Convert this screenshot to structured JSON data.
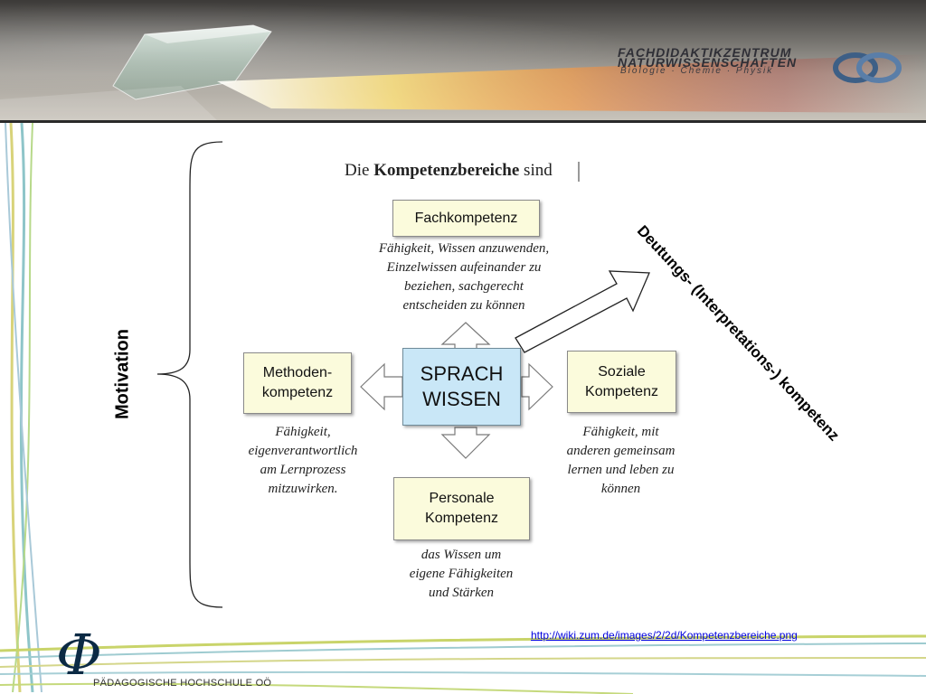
{
  "header": {
    "title_line1": "FACHDIDAKTIKZENTRUM",
    "title_line2": "NATURWISSENSCHAFTEN",
    "subjects": "Biologie  ·  Chemie  ·  Physik"
  },
  "diagram": {
    "title_prefix": "Die ",
    "title_bold": "Kompetenzbereiche",
    "title_suffix": " sind",
    "center_box": "SPRACH\nWISSEN",
    "boxes": {
      "fach": "Fachkompetenz",
      "methoden": "Methoden-\nkompetenz",
      "soziale": "Soziale\nKompetenz",
      "personale": "Personale\nKompetenz"
    },
    "descriptions": {
      "fach": "Fähigkeit, Wissen anzuwenden,\nEinzelwissen aufeinander zu\nbeziehen, sachgerecht\nentscheiden zu können",
      "methoden": "Fähigkeit,\neigenverantwortlich\nam Lernprozess\nmitzuwirken.",
      "soziale": "Fähigkeit, mit\nanderen gemeinsam\nlernen und leben zu\nkönnen",
      "personale": "das Wissen um\neigene Fähigkeiten\nund Stärken"
    },
    "motivation_label": "Motivation",
    "deutung_label": "Deutungs- (Interpretations-) kompetenz"
  },
  "footer": {
    "source_url": "http://wiki.zum.de/images/2/2d/Kompetenzbereiche.png",
    "institution": "PÄDAGOGISCHE HOCHSCHULE OÖ",
    "logo_glyph": "Φ"
  },
  "colors": {
    "box_fill": "#fbfbdc",
    "center_fill": "#c9e7f7",
    "link": "#0000dd"
  }
}
